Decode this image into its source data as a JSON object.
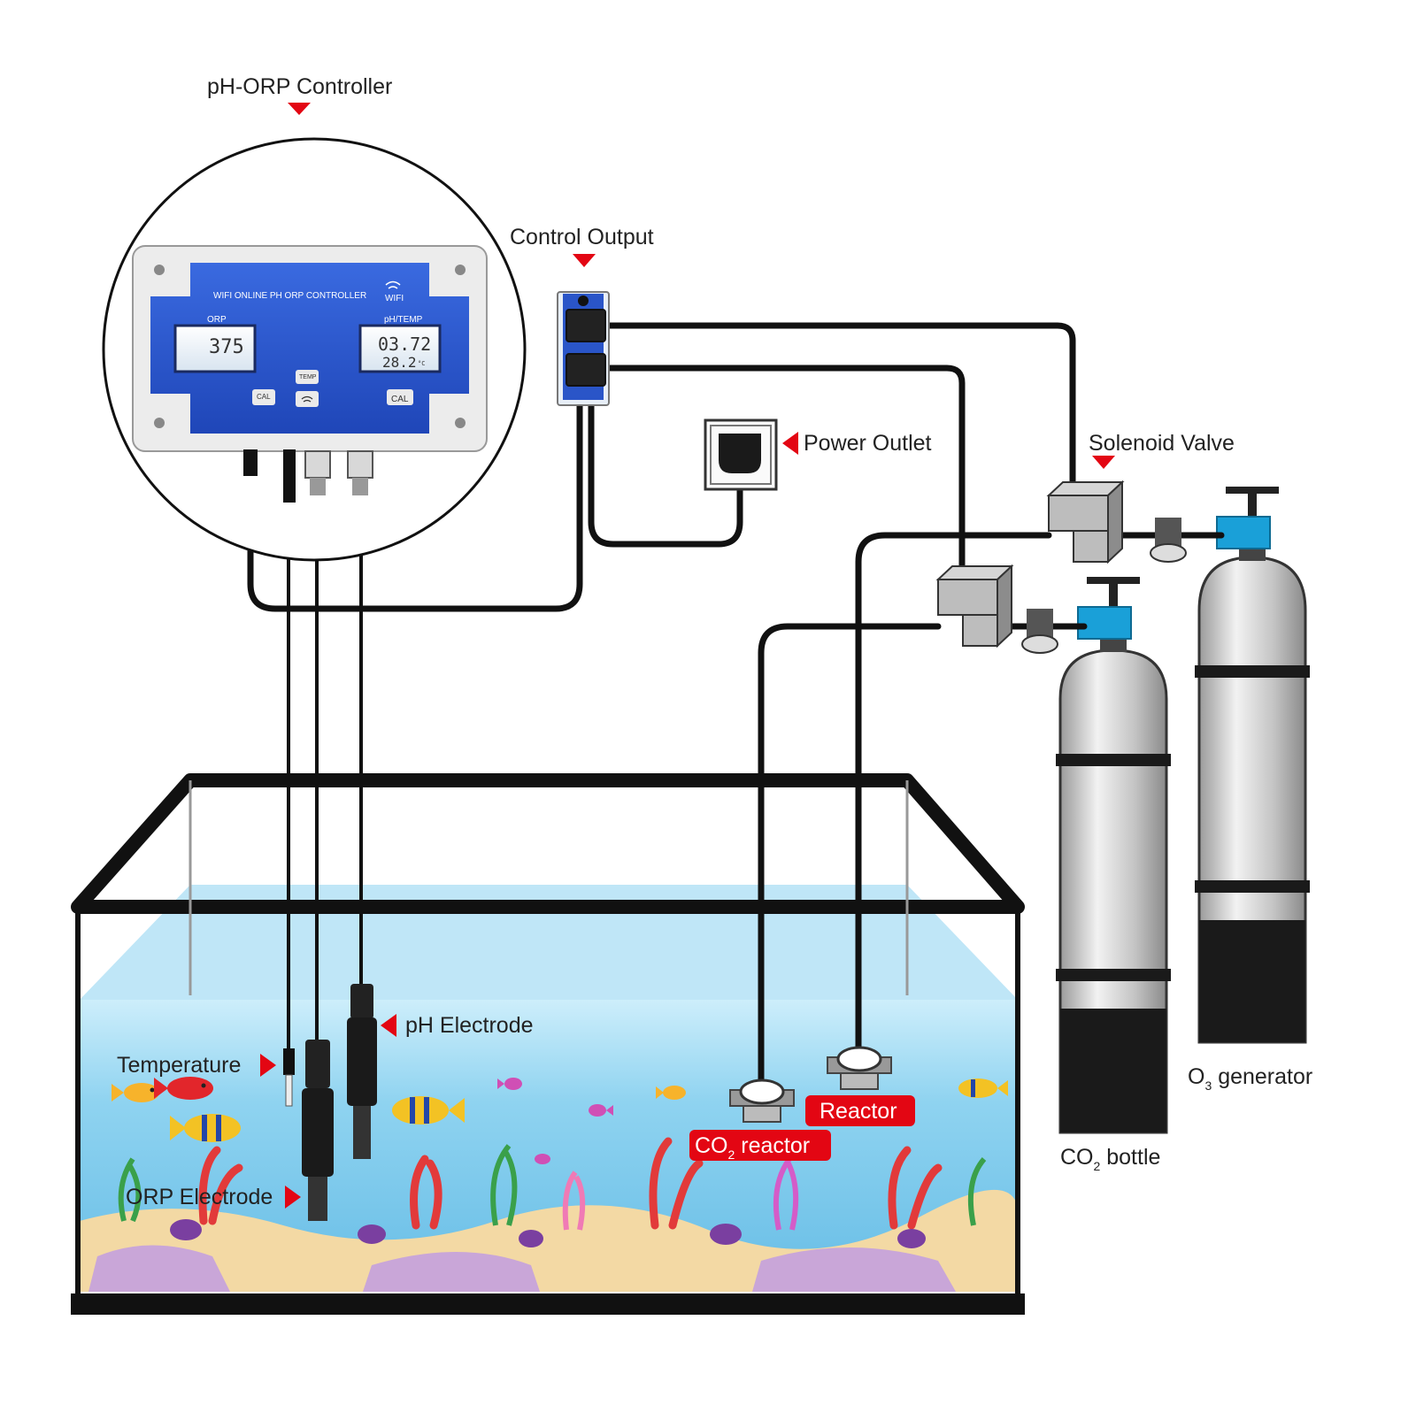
{
  "labels": {
    "controller": "pH-ORP Controller",
    "control_output": "Control Output",
    "power_outlet": "Power Outlet",
    "solenoid_valve": "Solenoid Valve",
    "ph_electrode": "pH Electrode",
    "temperature": "Temperature",
    "orp_electrode": "ORP Electrode",
    "reactor": "Reactor",
    "co2_reactor_main": "CO",
    "co2_reactor_sub": "2",
    "co2_reactor_rest": " reactor",
    "o3_main": "O",
    "o3_sub": "3",
    "o3_rest": " generator",
    "co2_bottle_main": "CO",
    "co2_bottle_sub": "2",
    "co2_bottle_rest": " bottle"
  },
  "controller_panel": {
    "title": "WIFI ONLINE PH ORP CONTROLLER",
    "wifi": "WIFI",
    "orp_label": "ORP",
    "ph_temp_label": "pH/TEMP",
    "orp_value": "375",
    "ph_value": "03.72",
    "temp_value": "28.2",
    "temp_unit": "°C",
    "cal_left": "CAL",
    "temp_button": "TEMP",
    "cal_right": "CAL"
  },
  "colors": {
    "callout_red": "#e30613",
    "panel_blue": "#2a55c8",
    "water": "#a9dcf2",
    "tube": "#111111",
    "cylinder": "#c8c8c8",
    "valve_blue": "#1aa0d8"
  },
  "icons": [
    "wifi-icon",
    "arrow-down-icon",
    "arrow-left-icon",
    "arrow-right-icon"
  ]
}
